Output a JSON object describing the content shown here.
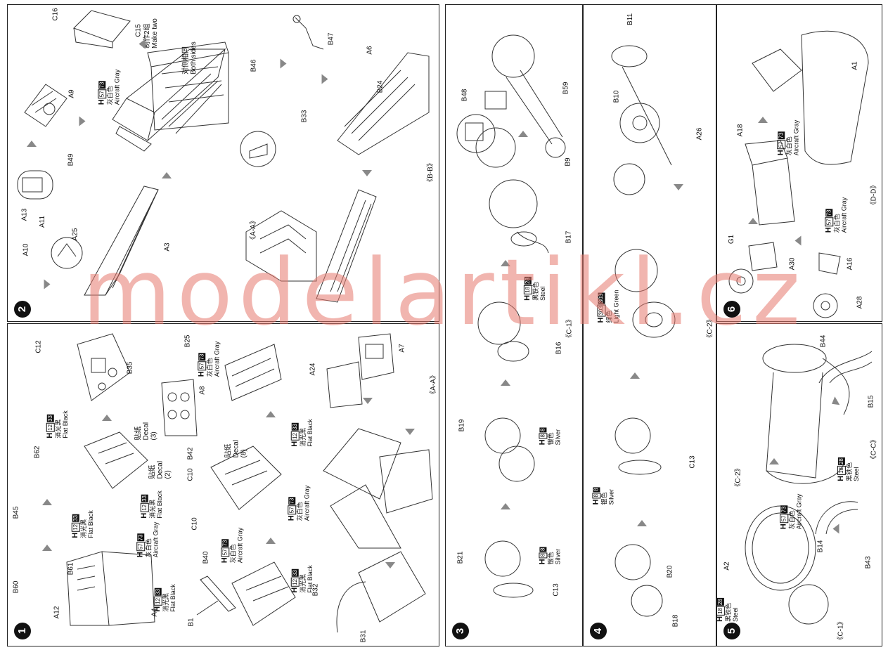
{
  "watermark": "modelartikl.cz",
  "steps": [
    {
      "num": "1"
    },
    {
      "num": "2"
    },
    {
      "num": "3"
    },
    {
      "num": "4"
    },
    {
      "num": "5"
    },
    {
      "num": "6"
    }
  ],
  "step1": {
    "parts": [
      "C12",
      "B25",
      "B35",
      "H",
      "A7",
      "A24",
      "A8",
      "B62",
      "B42",
      "B45",
      "C10",
      "C10",
      "B40",
      "B60",
      "B61",
      "A12",
      "A4",
      "B1",
      "B32",
      "B31"
    ],
    "decals": [
      {
        "cn": "贴纸",
        "label": "Decal",
        "num": "(3)"
      },
      {
        "cn": "贴纸",
        "label": "Decal",
        "num": "(2)"
      },
      {
        "cn": "贴纸",
        "label": "Decal",
        "num": "(8)"
      }
    ],
    "section": "《A-A》"
  },
  "step2": {
    "parts": [
      "C16",
      "C15",
      "A9",
      "B49",
      "A13",
      "A11",
      "A10",
      "A25",
      "A3",
      "B46",
      "B33",
      "B47",
      "A6",
      "B24"
    ],
    "note_cn": "制作2组",
    "note_en": "Make two",
    "both_cn": "对侧相同",
    "both_en": "Both sides",
    "section_aa": "《A-A》",
    "section_bb": "《B-B》"
  },
  "step3": {
    "parts": [
      "B48",
      "B59",
      "B9",
      "B17",
      "B16",
      "B19",
      "B21",
      "C13"
    ],
    "section": "《C-1》"
  },
  "step4": {
    "parts": [
      "B11",
      "B10",
      "A26",
      "C13",
      "B20",
      "B18"
    ],
    "section": "《C-2》"
  },
  "step5": {
    "parts": [
      "B44",
      "B15",
      "B14",
      "B43",
      "A2"
    ],
    "section_c": "《C-C》",
    "section_c2": "《C-2》",
    "section_c1": "《C-1》"
  },
  "step6": {
    "parts": [
      "A1",
      "A18",
      "G1",
      "A30",
      "A16",
      "A28"
    ],
    "section": "《D-D》"
  },
  "paints": {
    "gray": {
      "h": "H",
      "code": "57",
      "fs": "73",
      "cn": "灰白色",
      "name": "Aircraft Gray"
    },
    "black": {
      "h": "H",
      "code": "12",
      "fs": "33",
      "cn": "消光黑",
      "name": "Flat Black"
    },
    "steel": {
      "h": "H",
      "code": "18",
      "fs": "28",
      "cn": "黑铁色",
      "name": "Steel"
    },
    "silver": {
      "h": "H",
      "code": "8",
      "fs": "8",
      "cn": "银色",
      "name": "Silver"
    },
    "green": {
      "h": "H",
      "code": "303",
      "fs": "303",
      "cn": "绿色",
      "name": "Light Green"
    }
  }
}
